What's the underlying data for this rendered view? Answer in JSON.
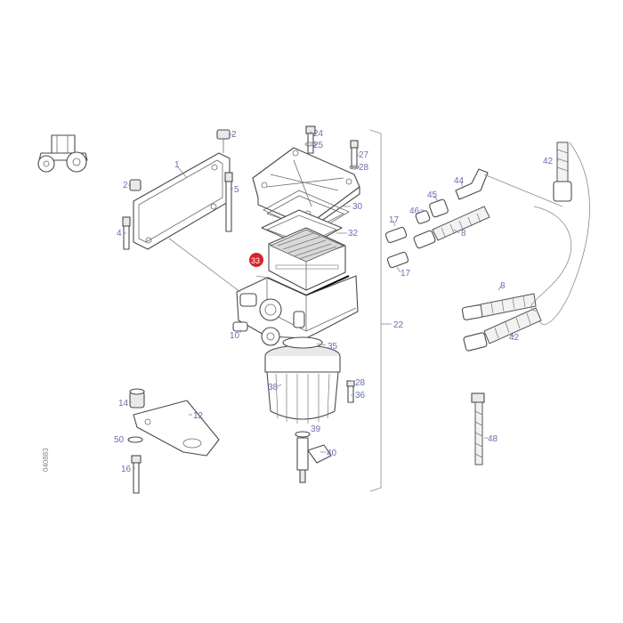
{
  "diagram": {
    "document_code": "040883",
    "highlight_color": "#d8232a",
    "callout_color": "#6b6fae",
    "highlighted_callout": "33",
    "callouts": [
      {
        "id": "c-1",
        "label": "1"
      },
      {
        "id": "c-2a",
        "label": "2"
      },
      {
        "id": "c-2b",
        "label": "2"
      },
      {
        "id": "c-4",
        "label": "4"
      },
      {
        "id": "c-5",
        "label": "5"
      },
      {
        "id": "c-24",
        "label": "24"
      },
      {
        "id": "c-25",
        "label": "25"
      },
      {
        "id": "c-27",
        "label": "27"
      },
      {
        "id": "c-28a",
        "label": "28"
      },
      {
        "id": "c-30",
        "label": "30"
      },
      {
        "id": "c-32",
        "label": "32"
      },
      {
        "id": "c-33",
        "label": "33"
      },
      {
        "id": "c-22",
        "label": "22"
      },
      {
        "id": "c-10",
        "label": "10"
      },
      {
        "id": "c-35",
        "label": "35"
      },
      {
        "id": "c-38",
        "label": "38"
      },
      {
        "id": "c-28b",
        "label": "28"
      },
      {
        "id": "c-36",
        "label": "36"
      },
      {
        "id": "c-39",
        "label": "39"
      },
      {
        "id": "c-40",
        "label": "40"
      },
      {
        "id": "c-14",
        "label": "14"
      },
      {
        "id": "c-12",
        "label": "12"
      },
      {
        "id": "c-50",
        "label": "50"
      },
      {
        "id": "c-16",
        "label": "16"
      },
      {
        "id": "c-17a",
        "label": "17"
      },
      {
        "id": "c-17b",
        "label": "17"
      },
      {
        "id": "c-46",
        "label": "46"
      },
      {
        "id": "c-45",
        "label": "45"
      },
      {
        "id": "c-44",
        "label": "44"
      },
      {
        "id": "c-8a",
        "label": "8"
      },
      {
        "id": "c-8b",
        "label": "8"
      },
      {
        "id": "c-42a",
        "label": "42"
      },
      {
        "id": "c-42b",
        "label": "42"
      },
      {
        "id": "c-48",
        "label": "48"
      }
    ]
  }
}
